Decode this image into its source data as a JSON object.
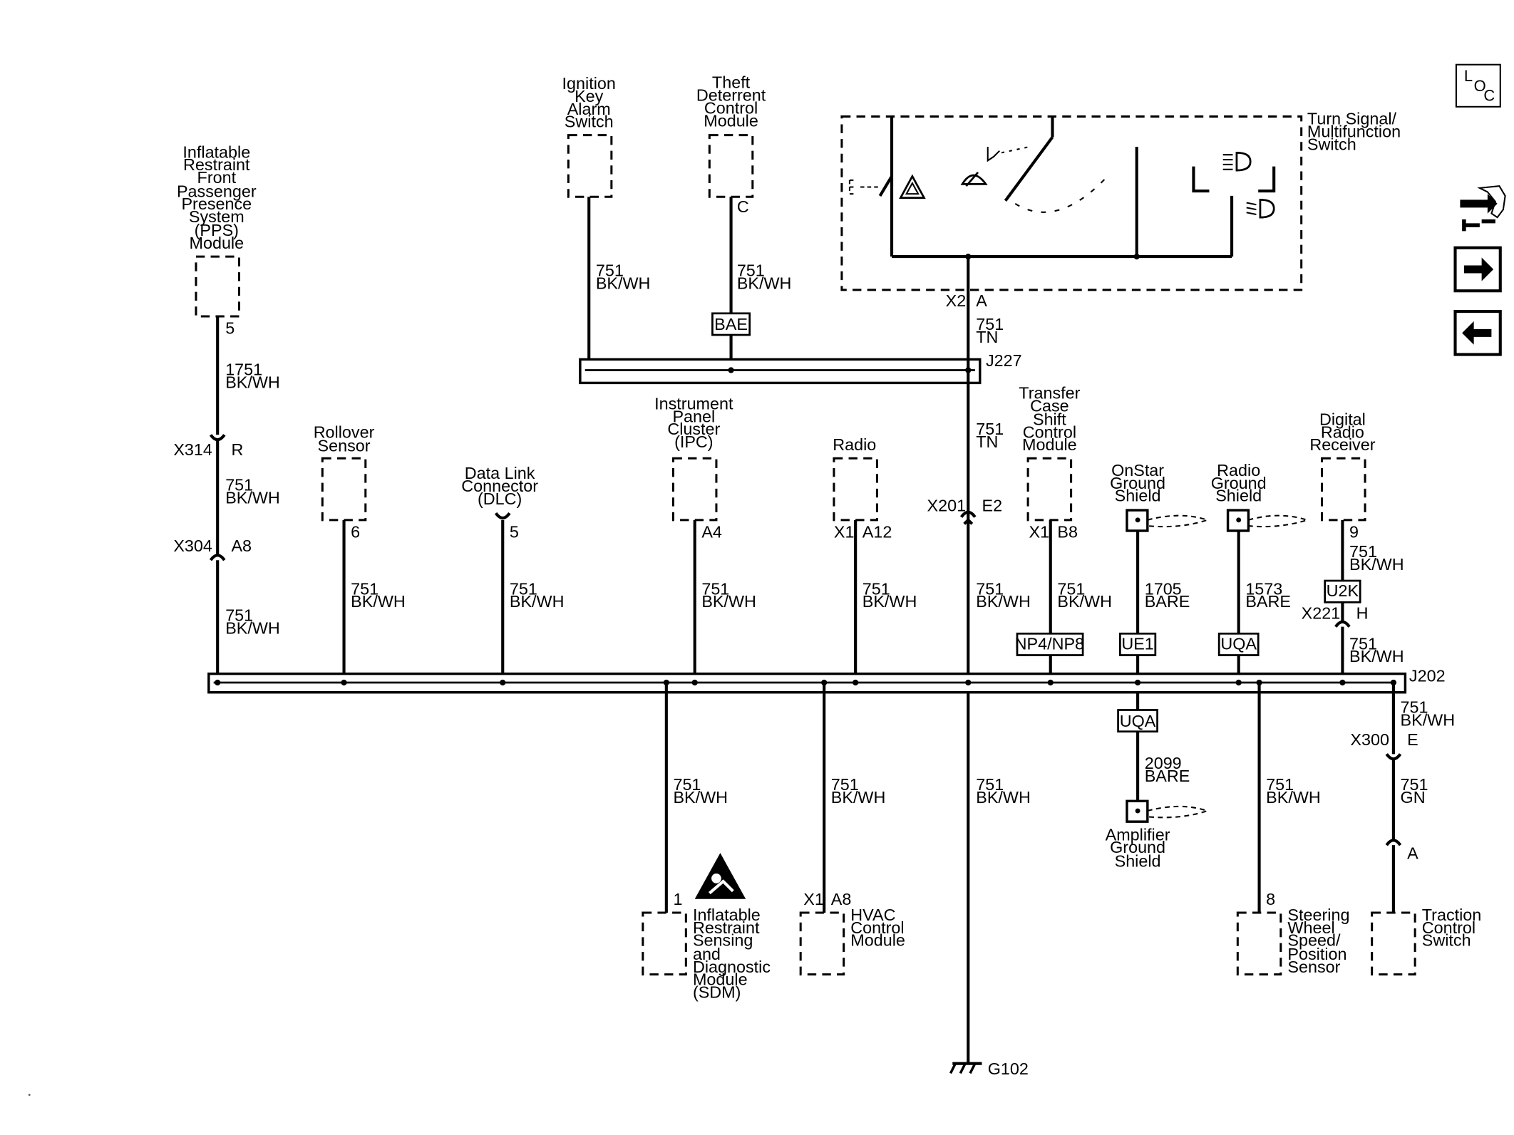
{
  "nav": {
    "loc_label": [
      "L",
      "O",
      "C"
    ],
    "loc_icon": "loc-icon",
    "schematic_icon": "connector-tools-icon",
    "next_icon": "arrow-right-icon",
    "prev_icon": "arrow-left-icon"
  },
  "components": {
    "pps": [
      "Inflatable",
      "Restraint",
      "Front",
      "Passenger",
      "Presence",
      "System",
      "(PPS)",
      "Module"
    ],
    "ignition_key_alarm": [
      "Ignition",
      "Key",
      "Alarm",
      "Switch"
    ],
    "theft_deterrent": [
      "Theft",
      "Deterrent",
      "Control",
      "Module"
    ],
    "turn_signal": [
      "Turn Signal/",
      "Multifunction",
      "Switch"
    ],
    "rollover": [
      "Rollover",
      "Sensor"
    ],
    "dlc": [
      "Data Link",
      "Connector",
      "(DLC)"
    ],
    "ipc": [
      "Instrument",
      "Panel",
      "Cluster",
      "(IPC)"
    ],
    "radio": [
      "Radio"
    ],
    "transfer_case": [
      "Transfer",
      "Case",
      "Shift",
      "Control",
      "Module"
    ],
    "onstar_shield": [
      "OnStar",
      "Ground",
      "Shield"
    ],
    "radio_shield": [
      "Radio",
      "Ground",
      "Shield"
    ],
    "digital_radio": [
      "Digital",
      "Radio",
      "Receiver"
    ],
    "amplifier_shield": [
      "Amplifier",
      "Ground",
      "Shield"
    ],
    "sdm": [
      "Inflatable",
      "Restraint",
      "Sensing",
      "and",
      "Diagnostic",
      "Module",
      "(SDM)"
    ],
    "hvac": [
      "HVAC",
      "Control",
      "Module"
    ],
    "steering": [
      "Steering",
      "Wheel",
      "Speed/",
      "Position",
      "Sensor"
    ],
    "traction": [
      "Traction",
      "Control",
      "Switch"
    ]
  },
  "pins": {
    "pps": "5",
    "theft": "C",
    "rollover": "6",
    "dlc": "5",
    "ipc": "A4",
    "radio_conn": "X1",
    "radio_pin": "A12",
    "tc_conn": "X1",
    "tc_pin": "B8",
    "digital_radio": "9",
    "turn_conn": "X2",
    "turn_pin": "A",
    "sdm": "1",
    "hvac_conn": "X1",
    "hvac_pin": "A8",
    "steering": "8"
  },
  "connectors": {
    "x314": "X314",
    "x314_pin": "R",
    "x304": "X304",
    "x304_pin": "A8",
    "x201": "X201",
    "x201_pin": "E2",
    "x221": "X221",
    "x221_pin": "H",
    "x300": "X300",
    "x300_pin": "E",
    "traction_pin": "A"
  },
  "splices": {
    "j227": "J227",
    "j202": "J202"
  },
  "ground": "G102",
  "options": {
    "bae": "BAE",
    "np4": "NP4/NP8",
    "ue1": "UE1",
    "uqa1": "UQA",
    "uqa2": "UQA",
    "u2k": "U2K"
  },
  "wires": {
    "ignition": [
      "751",
      "BK/WH"
    ],
    "theft": [
      "751",
      "BK/WH"
    ],
    "turn_top": [
      "751",
      "TN"
    ],
    "turn_mid": [
      "751",
      "TN"
    ],
    "pps_top": [
      "1751",
      "BK/WH"
    ],
    "pps_mid": [
      "751",
      "BK/WH"
    ],
    "pps_bot": [
      "751",
      "BK/WH"
    ],
    "rollover": [
      "751",
      "BK/WH"
    ],
    "dlc": [
      "751",
      "BK/WH"
    ],
    "ipc": [
      "751",
      "BK/WH"
    ],
    "radio": [
      "751",
      "BK/WH"
    ],
    "x201_below": [
      "751",
      "BK/WH"
    ],
    "transfer": [
      "751",
      "BK/WH"
    ],
    "onstar": [
      "1705",
      "BARE"
    ],
    "radio_shield": [
      "1573",
      "BARE"
    ],
    "digital_top": [
      "751",
      "BK/WH"
    ],
    "digital_bot": [
      "751",
      "BK/WH"
    ],
    "sdm": [
      "751",
      "BK/WH"
    ],
    "hvac": [
      "751",
      "BK/WH"
    ],
    "ground": [
      "751",
      "BK/WH"
    ],
    "amplifier": [
      "2099",
      "BARE"
    ],
    "steering": [
      "751",
      "BK/WH"
    ],
    "traction_top": [
      "751",
      "BK/WH"
    ],
    "traction_bot": [
      "751",
      "GN"
    ]
  }
}
